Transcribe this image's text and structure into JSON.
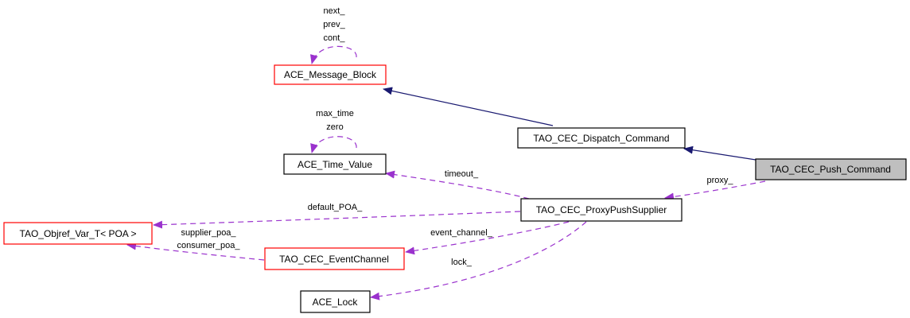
{
  "colors": {
    "inheritance_edge": "#191970",
    "usage_edge": "#9a32cd",
    "node_border_default": "#000000",
    "node_border_undocumented": "#ff0000",
    "node_fill_focus": "#bfbfbf"
  },
  "nodes": {
    "message_block": "ACE_Message_Block",
    "dispatch_command": "TAO_CEC_Dispatch_Command",
    "time_value": "ACE_Time_Value",
    "push_command": "TAO_CEC_Push_Command",
    "proxy_push_supplier": "TAO_CEC_ProxyPushSupplier",
    "objref_var": "TAO_Objref_Var_T< POA >",
    "event_channel": "TAO_CEC_EventChannel",
    "ace_lock": "ACE_Lock"
  },
  "labels": {
    "mb_self_1": "next_",
    "mb_self_2": "prev_",
    "mb_self_3": "cont_",
    "tv_self_1": "max_time",
    "tv_self_2": "zero",
    "timeout": "timeout_",
    "proxy": "proxy_",
    "default_poa": "default_POA_",
    "supplier_poa": "supplier_poa_",
    "consumer_poa": "consumer_poa_",
    "event_channel": "event_channel_",
    "lock": "lock_"
  }
}
